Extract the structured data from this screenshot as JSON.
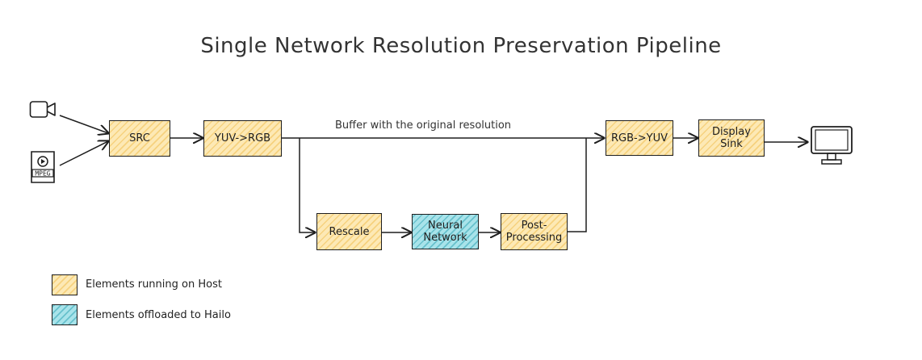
{
  "title": "Single Network Resolution Preservation Pipeline",
  "nodes": {
    "src": "SRC",
    "yuv_to_rgb": "YUV->RGB",
    "rescale": "Rescale",
    "neural_network": "Neural Network",
    "post_processing": "Post-Processing",
    "rgb_to_yuv": "RGB->YUV",
    "display_sink": "Display Sink"
  },
  "edge_labels": {
    "buffer": "Buffer with the original resolution"
  },
  "icons": {
    "camera": "video-camera-icon",
    "file": "mpeg-file-icon",
    "file_label": "MPEG",
    "monitor": "monitor-icon"
  },
  "legend": {
    "host": "Elements running on Host",
    "hailo": "Elements offloaded to Hailo"
  },
  "colors": {
    "host": "#fde9b5",
    "hailo": "#a8e3ea",
    "stroke": "#1e1e1e"
  }
}
